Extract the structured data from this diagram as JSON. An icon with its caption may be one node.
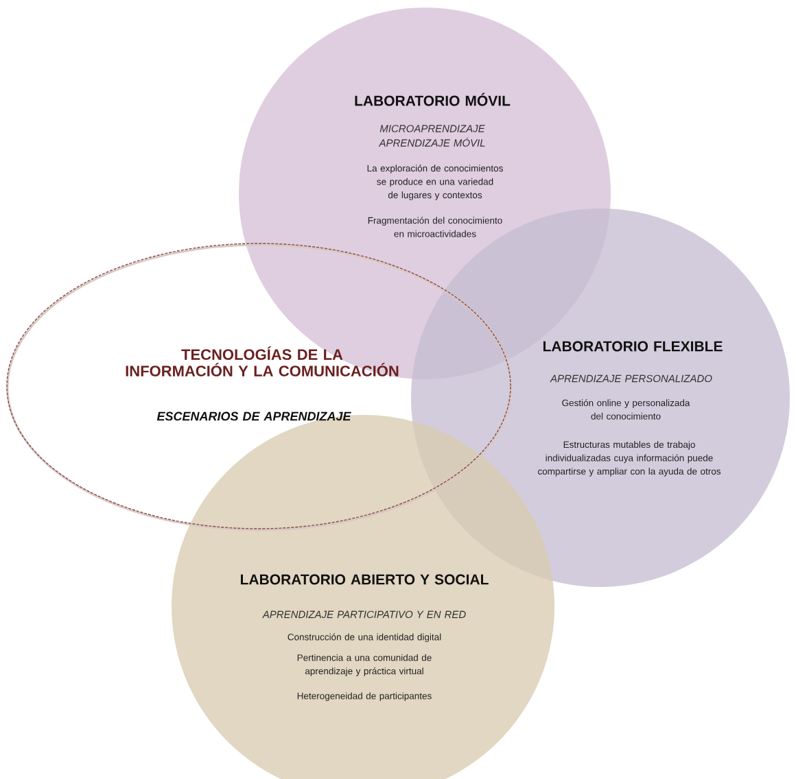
{
  "diagram": {
    "nodes": [
      {
        "text": [
          "TECNOLOGÍAS DE LA INFORMACIÓN Y LA COMUNICACIÓN",
          "ESCENARIOS DE APRENDIZAJE"
        ]
      },
      {
        "text": [
          "LABORATORIO MÓVIL",
          "MICROAPRENDIZAJE APRENDIZAJE MÓVIL",
          "La exploración de conocimientos se produce en una variedad de lugares y contextos",
          "Fragmentación del conocimiento en microactividades"
        ]
      },
      {
        "text": [
          "LABORATORIO FLEXIBLE",
          "APRENDIZAJE PERSONALIZADO",
          "Gestión online y personalizada del conocimiento",
          "Estructuras mutables de trabajo individualizadas cuya información puede compartirse y ampliar con la ayuda de otros"
        ]
      },
      {
        "text": [
          "LABORATORIO ABIERTO Y SOCIAL",
          "APRENDIZAJE PARTICIPATIVO Y EN RED",
          "Construcción de una identidad digital",
          "Pertinencia a una comunidad de aprendizaje y práctica virtual",
          "Heterogeneidad de participantes"
        ]
      }
    ]
  }
}
